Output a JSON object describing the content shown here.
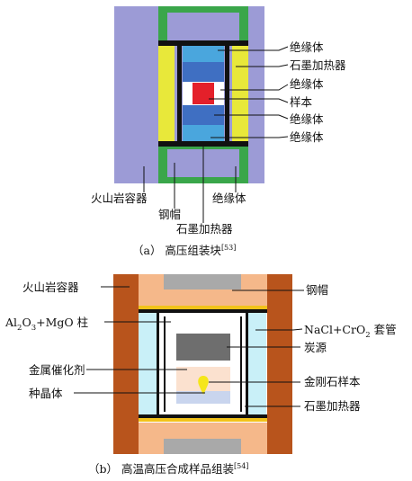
{
  "panel_a": {
    "caption": "（a） 高压组装块",
    "caption_ref": "[53]",
    "labels": {
      "insulator_1": "绝缘体",
      "graphite_heater_1": "石墨加热器",
      "insulator_2": "绝缘体",
      "sample": "样本",
      "insulator_3": "绝缘体",
      "insulator_4": "绝缘体",
      "pyrophyllite": "火山岩容器",
      "steel_cap": "钢帽",
      "graphite_heater_2": "石墨加热器",
      "insulator_bottom": "绝缘体"
    },
    "colors": {
      "container": "#9c9bd6",
      "cap": "#3aa64a",
      "yellow": "#e8e83a",
      "blue_dark": "#3f6fc2",
      "blue_light": "#4aa6dd",
      "sample_red": "#e4202a",
      "frame": "#111111"
    }
  },
  "panel_b": {
    "caption": "（b） 高温高压合成样品组装",
    "caption_ref": "[54]",
    "labels": {
      "pyrophyllite": "火山岩容器",
      "steel_cap": "钢帽",
      "pillar_main": "Al",
      "pillar_sub1": "2",
      "pillar_mid": "O",
      "pillar_sub2": "3",
      "pillar_rest": "+MgO 柱",
      "sleeve_main": "NaCl+CrO",
      "sleeve_sub": "2",
      "sleeve_rest": " 套管",
      "carbon_source": "炭源",
      "catalyst": "金属催化剂",
      "diamond_sample": "金刚石样本",
      "seed": "种晶体",
      "graphite_heater": "石墨加热器"
    },
    "colors": {
      "container": "#b8541c",
      "cap_orange": "#f5b88a",
      "cap_gray": "#a9a9a9",
      "sleeve": "#c9f0f8",
      "carbon": "#6e6e6e",
      "catalyst": "#fbe1cf",
      "seed": "#c9d5ee",
      "diamond": "#f5e61a",
      "heater_yellow": "#f2c21a",
      "frame": "#111111"
    }
  }
}
